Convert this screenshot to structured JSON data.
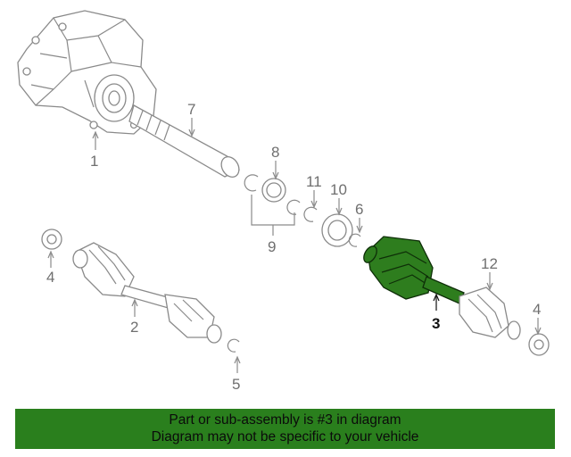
{
  "diagram": {
    "highlight_color": "#2e7d1e",
    "callouts": [
      {
        "id": "1",
        "text": "1"
      },
      {
        "id": "7",
        "text": "7"
      },
      {
        "id": "8",
        "text": "8"
      },
      {
        "id": "11",
        "text": "11"
      },
      {
        "id": "10",
        "text": "10"
      },
      {
        "id": "6",
        "text": "6"
      },
      {
        "id": "9",
        "text": "9"
      },
      {
        "id": "4a",
        "text": "4"
      },
      {
        "id": "2",
        "text": "2"
      },
      {
        "id": "5",
        "text": "5"
      },
      {
        "id": "3",
        "text": "3",
        "highlighted": true
      },
      {
        "id": "12",
        "text": "12"
      },
      {
        "id": "4b",
        "text": "4"
      }
    ]
  },
  "banner": {
    "line1": "Part or sub-assembly is #3 in diagram",
    "line2": "Diagram may not be specific to your vehicle",
    "background": "#2a7f1d"
  }
}
